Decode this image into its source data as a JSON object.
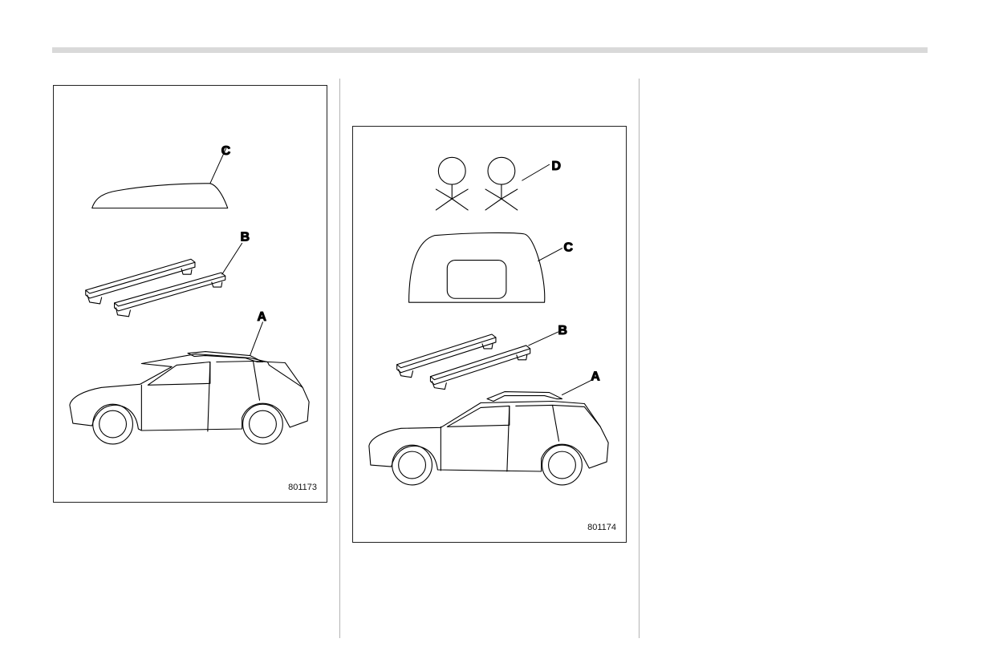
{
  "figures": [
    {
      "id": "801173",
      "callouts": {
        "a": "A",
        "b": "B",
        "c": "C"
      }
    },
    {
      "id": "801174",
      "callouts": {
        "a": "A",
        "b": "B",
        "c": "C",
        "d": "D"
      }
    }
  ]
}
